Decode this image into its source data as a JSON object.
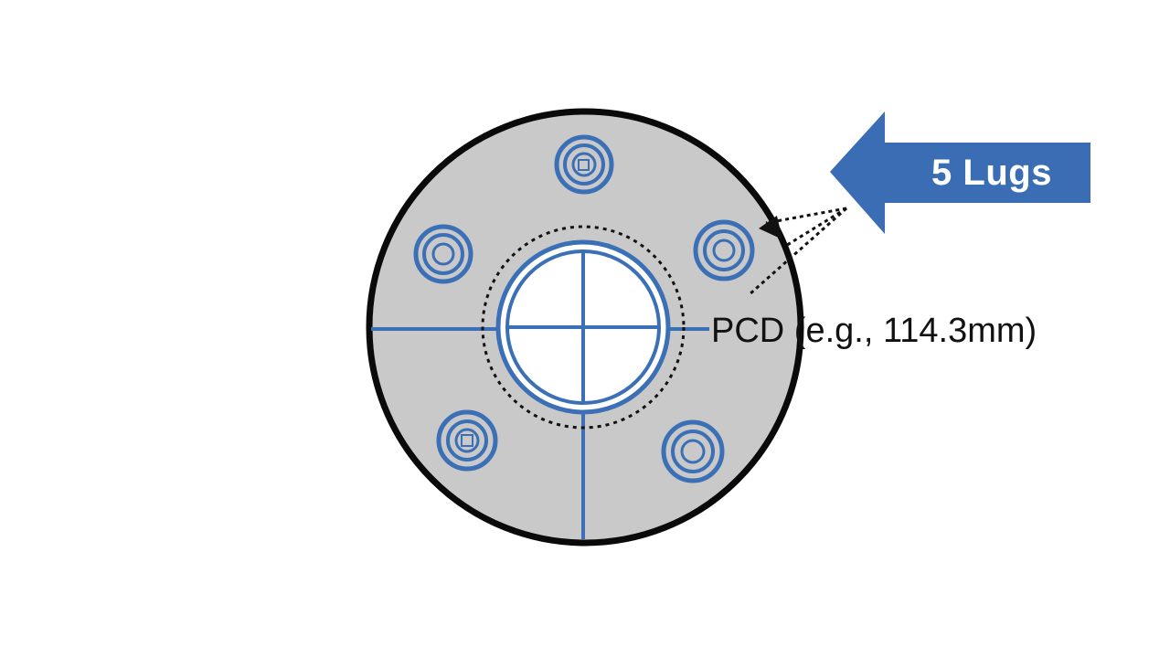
{
  "diagram": {
    "lug_callout": {
      "text": "5 Lugs"
    },
    "pcd_callout": {
      "text": "PCD (e.g., 114.3mm)"
    },
    "lug_count": 5,
    "colors": {
      "hub_fill": "#c9c9c9",
      "hub_outline": "#0a0a0a",
      "accent_blue": "#3b6fb6",
      "arrow_blue": "#3a6db4",
      "bore_fill": "#ffffff",
      "text_dark": "#111111"
    },
    "icons": {
      "lug_nut": "concentric-circles-icon",
      "callout_arrow": "left-arrow-icon"
    }
  }
}
